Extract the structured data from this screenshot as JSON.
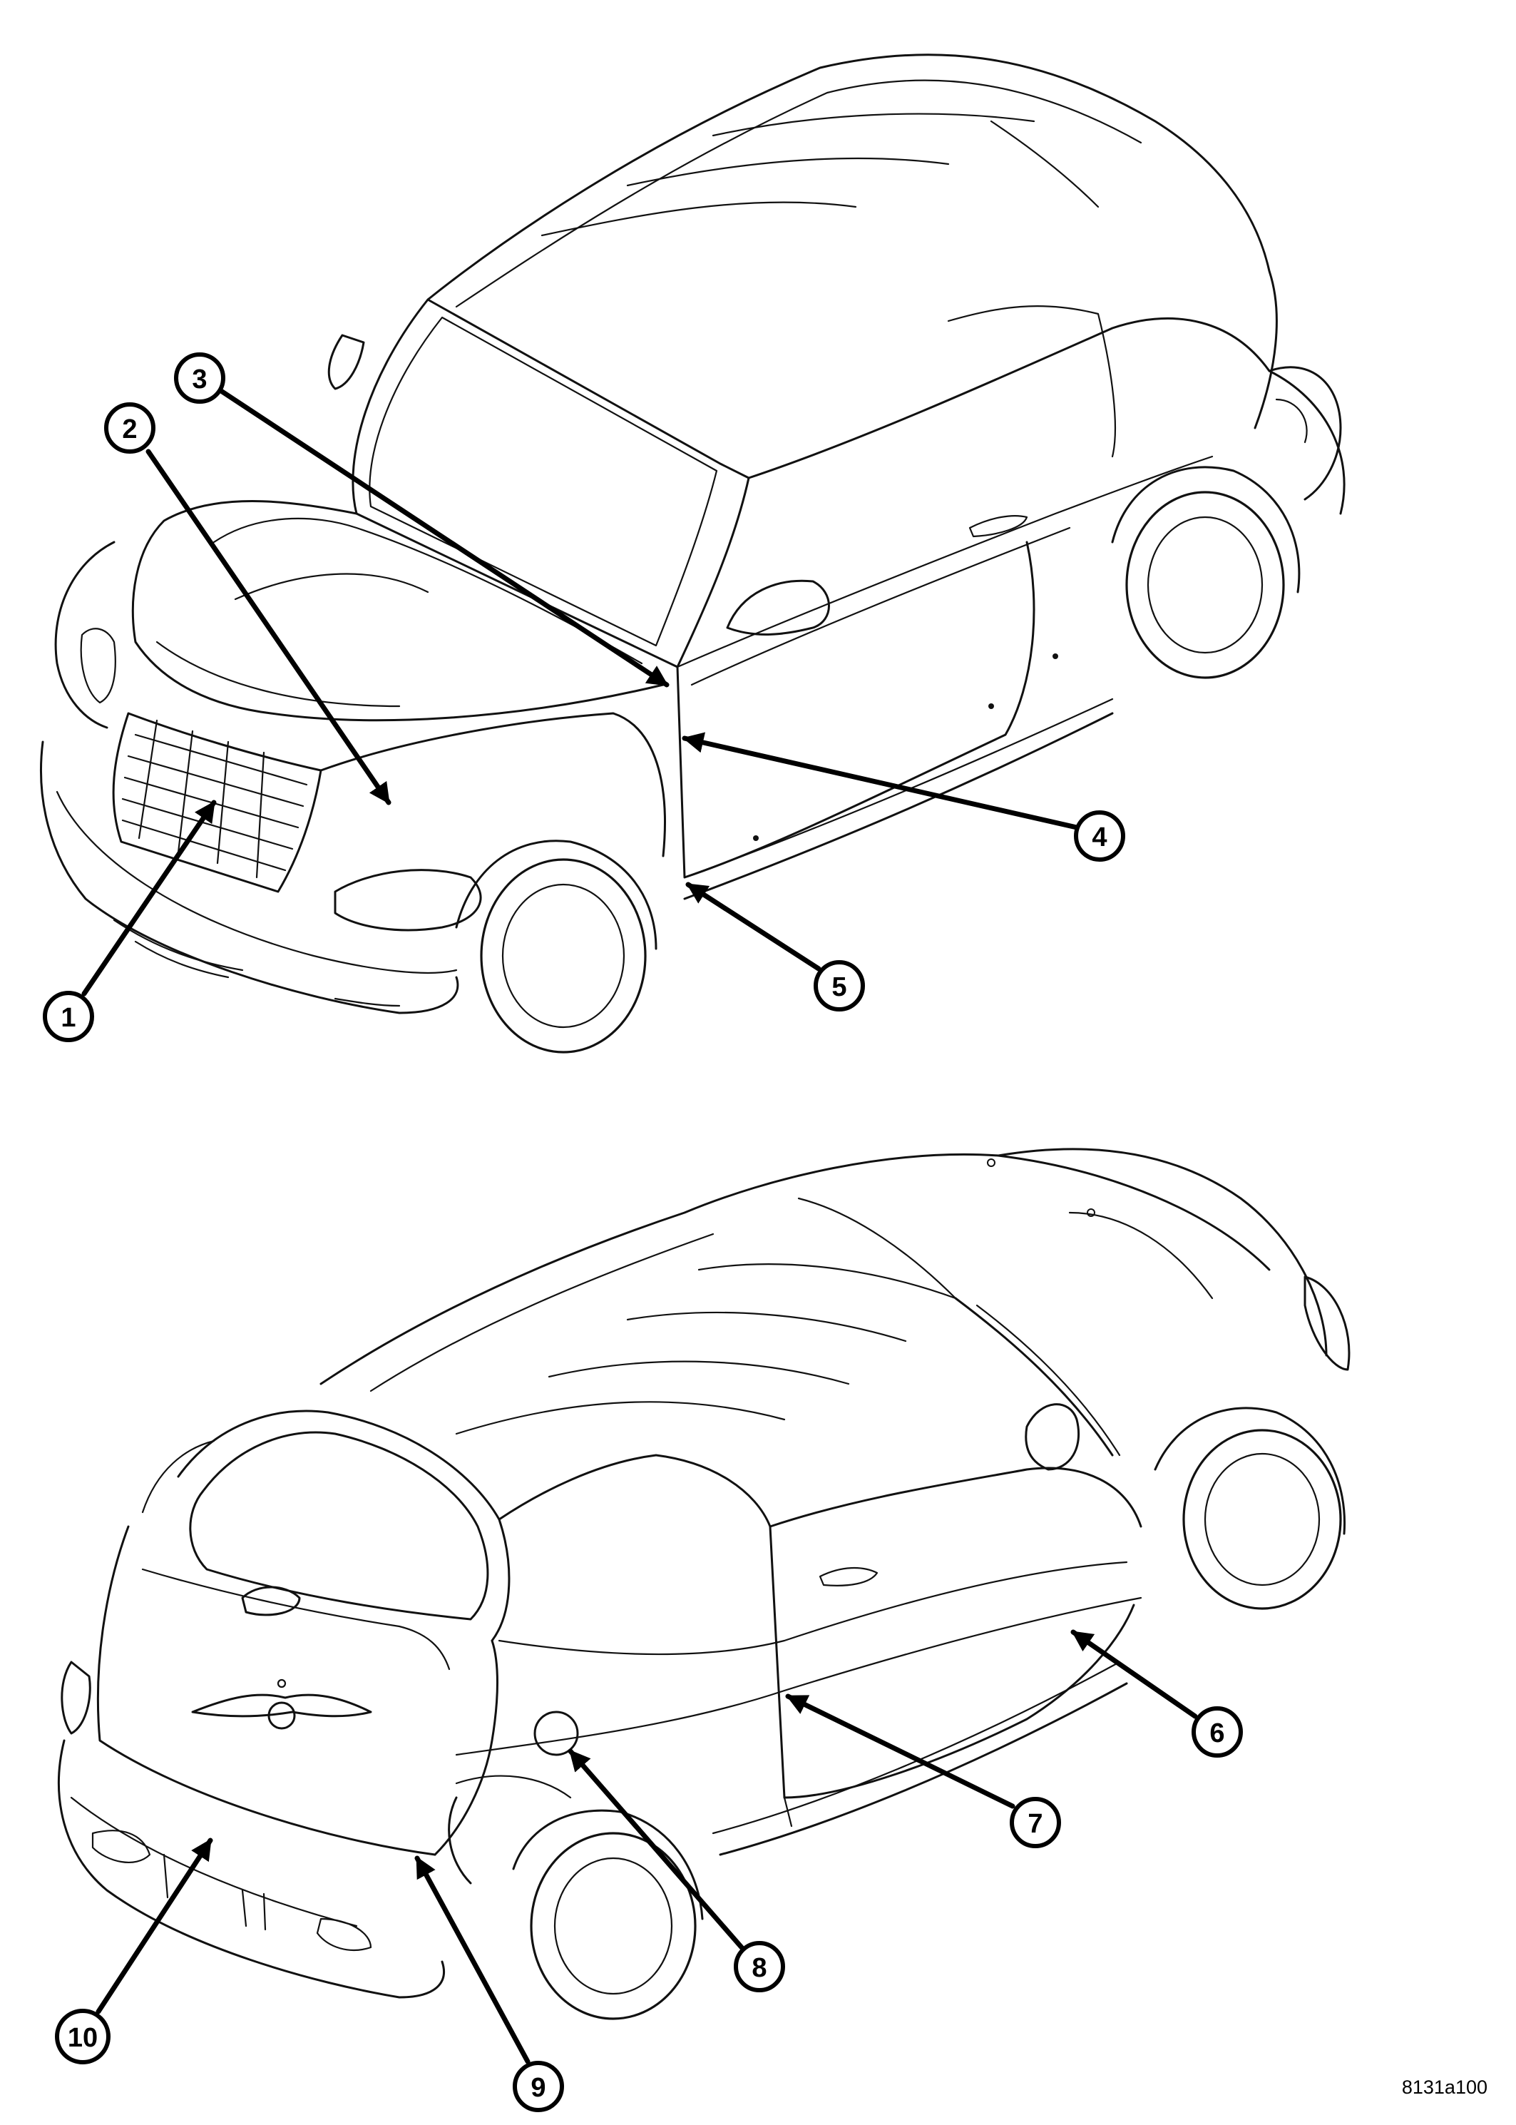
{
  "drawing_id": "8131a100",
  "callouts": [
    {
      "number": "1",
      "label": "1"
    },
    {
      "number": "2",
      "label": "2"
    },
    {
      "number": "3",
      "label": "3"
    },
    {
      "number": "4",
      "label": "4"
    },
    {
      "number": "5",
      "label": "5"
    },
    {
      "number": "6",
      "label": "6"
    },
    {
      "number": "7",
      "label": "7"
    },
    {
      "number": "8",
      "label": "8"
    },
    {
      "number": "9",
      "label": "9"
    },
    {
      "number": "10",
      "label": "10"
    }
  ]
}
